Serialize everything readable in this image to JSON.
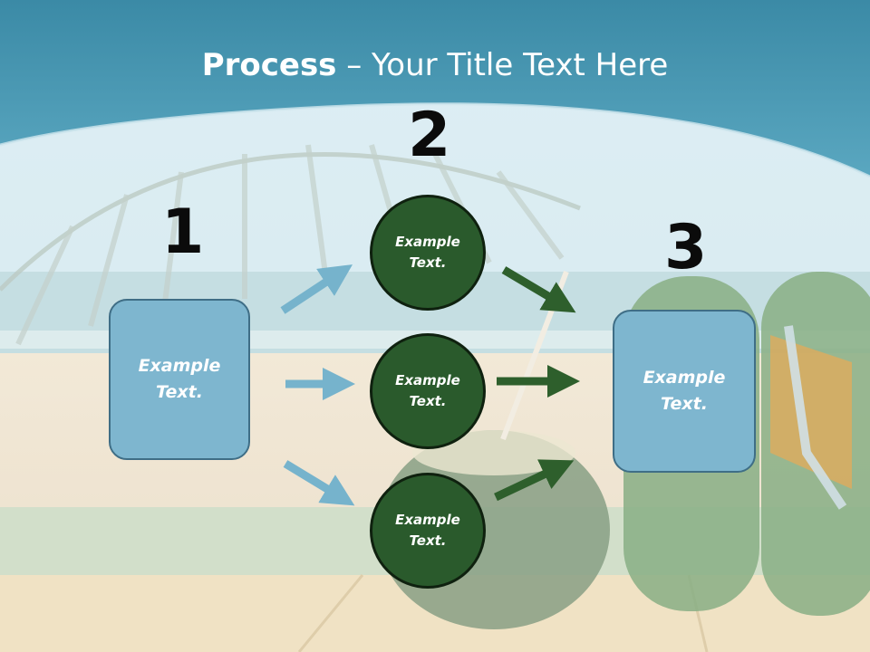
{
  "title": {
    "bold": "Process",
    "rest": " – Your Title Text Here"
  },
  "steps": [
    {
      "number": "1",
      "text_line1": "Example",
      "text_line2": "Text."
    },
    {
      "number": "2",
      "text_line1": "Example",
      "text_line2": "Text."
    },
    {
      "number": "3",
      "text_line1": "Example",
      "text_line2": "Text."
    }
  ],
  "circles": [
    {
      "text_line1": "Example",
      "text_line2": "Text."
    },
    {
      "text_line1": "Example",
      "text_line2": "Text."
    },
    {
      "text_line1": "Example",
      "text_line2": "Text."
    }
  ],
  "colors": {
    "header": "#3f92ad",
    "box_fill": "#7eb6cf",
    "circle_fill": "#2a5a2c",
    "blue_arrow": "#76b3cc",
    "green_arrow": "#2e5f2c"
  }
}
